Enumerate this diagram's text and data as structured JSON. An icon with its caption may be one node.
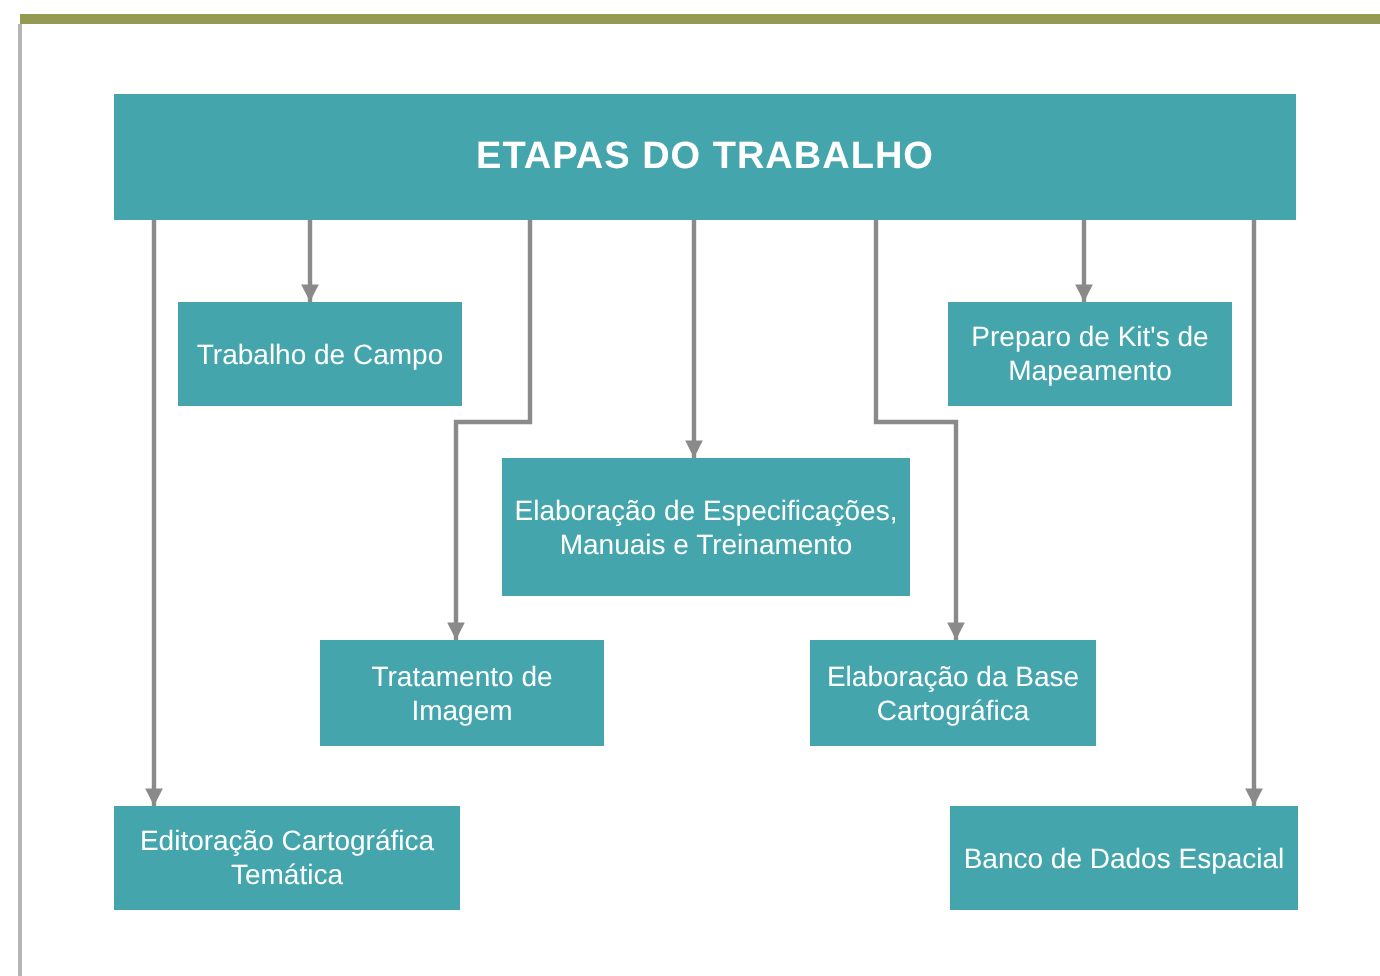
{
  "diagram": {
    "nodes": [
      {
        "text": [
          "ETAPAS DO TRABALHO"
        ]
      },
      {
        "text": [
          "Trabalho de Campo"
        ]
      },
      {
        "text": [
          "Preparo de Kit's de Mapeamento"
        ]
      },
      {
        "text": [
          "Elaboração de Especificações, Manuais e Treinamento"
        ]
      },
      {
        "text": [
          "Tratamento de Imagem"
        ]
      },
      {
        "text": [
          "Elaboração da Base Cartográfica"
        ]
      },
      {
        "text": [
          "Editoração Cartográfica Temática"
        ]
      },
      {
        "text": [
          "Banco de Dados Espacial"
        ]
      }
    ],
    "edges": [
      {
        "from": 0,
        "to": 1,
        "arrow": "to"
      },
      {
        "from": 0,
        "to": 2,
        "arrow": "to"
      },
      {
        "from": 0,
        "to": 3,
        "arrow": "to"
      },
      {
        "from": 0,
        "to": 4,
        "arrow": "to"
      },
      {
        "from": 0,
        "to": 5,
        "arrow": "to"
      },
      {
        "from": 0,
        "to": 6,
        "arrow": "to"
      },
      {
        "from": 0,
        "to": 7,
        "arrow": "to"
      }
    ]
  }
}
